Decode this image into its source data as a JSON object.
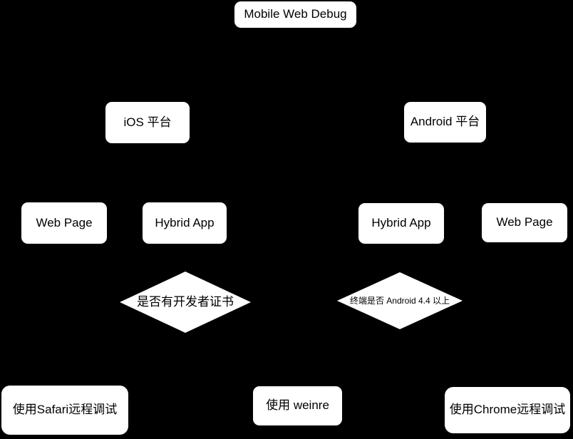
{
  "colors": {
    "background": "#000000",
    "node_fill": "#ffffff",
    "node_text": "#000000"
  },
  "diagram": {
    "type": "flowchart",
    "root": {
      "label": "Mobile Web Debug"
    },
    "platforms": {
      "ios": {
        "label": "iOS 平台"
      },
      "android": {
        "label": "Android 平台"
      }
    },
    "ios_children": {
      "web_page": {
        "label": "Web Page"
      },
      "hybrid_app": {
        "label": "Hybrid App"
      }
    },
    "android_children": {
      "hybrid_app": {
        "label": "Hybrid App"
      },
      "web_page": {
        "label": "Web Page"
      }
    },
    "decisions": {
      "ios_certificate": {
        "label": "是否有开发者证书"
      },
      "android_version": {
        "label": "终端是否 Android 4.4 以上"
      }
    },
    "outcomes": {
      "safari": {
        "label": "使用Safari远程调试"
      },
      "weinre": {
        "label": "使用 weinre"
      },
      "chrome": {
        "label": "使用Chrome远程调试"
      }
    }
  }
}
